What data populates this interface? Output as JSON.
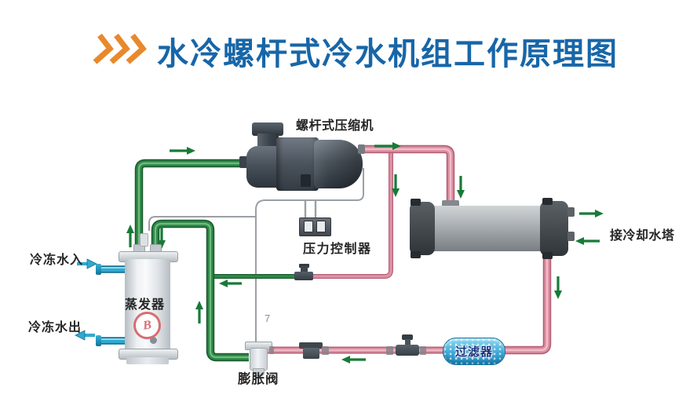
{
  "title": {
    "text": "水冷螺杆式冷水机组工作原理图"
  },
  "labels": {
    "compressor": "螺杆式压缩机",
    "pressure_controller": "压力控制器",
    "evaporator": "蒸发器",
    "expansion_valve": "膨胀阀",
    "filter": "过滤器",
    "cooling_tower": "接冷却水塔",
    "chilled_water_in": "冷冻水入",
    "chilled_water_out": "冷冻水出",
    "capillary_mark": "7",
    "evaporator_logo": "B"
  },
  "colors": {
    "title_blue": "#1766a8",
    "chevron_orange": "#e8892b",
    "label_color": "#262626",
    "arrow_green": "#187a38",
    "pipe_green": "#2f8a48",
    "pipe_green_dark": "#1d5c31",
    "pipe_green_light": "#7cc28b",
    "pipe_pink": "#dd92a4",
    "pipe_pink_dark": "#b55f77",
    "pipe_pink_light": "#f3c3cd",
    "water_cyan": "#2fa9d0",
    "water_cyan_dark": "#137293",
    "water_cyan_light": "#9fdef0",
    "wire_gray": "#9aa0a5",
    "filter_text": "#16337f"
  }
}
